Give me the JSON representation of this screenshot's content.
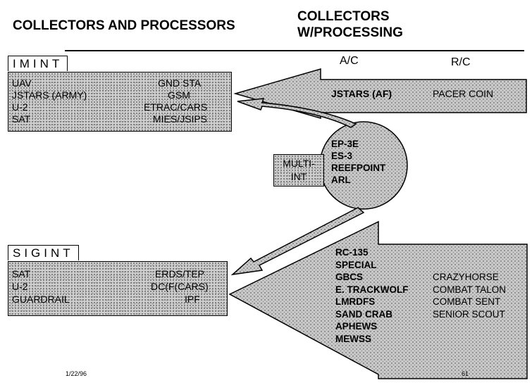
{
  "header": {
    "left_title": "COLLECTORS AND PROCESSORS",
    "right_title_line1": "COLLECTORS",
    "right_title_line2": "W/PROCESSING"
  },
  "columns": {
    "ac": "A/C",
    "rc": "R/C"
  },
  "imint": {
    "label": "IMINT",
    "rows": [
      {
        "left": "UAV",
        "right": "GND STA"
      },
      {
        "left": "JSTARS (ARMY)",
        "right": "GSM"
      },
      {
        "left": "U-2",
        "right": "ETRAC/CARS"
      },
      {
        "left": "SAT",
        "right": "MIES/JSIPS"
      }
    ],
    "ac_items": [
      "JSTARS (AF)"
    ],
    "rc_items": [
      "PACER COIN"
    ]
  },
  "multi_int": {
    "label_line1": "MULTI-",
    "label_line2": "INT",
    "items": [
      "EP-3E",
      "ES-3",
      "REEFPOINT",
      "ARL"
    ]
  },
  "sigint": {
    "label": "SIGINT",
    "rows": [
      {
        "left": "SAT",
        "right": "ERDS/TEP"
      },
      {
        "left": "U-2",
        "right": "DC(F(CARS)"
      },
      {
        "left": "GUARDRAIL",
        "right": "IPF"
      }
    ],
    "ac_items": [
      "RC-135",
      "SPECIAL",
      "GBCS",
      "E. TRACKWOLF",
      "LMRDFS",
      "SAND CRAB",
      "APHEWS",
      "MEWSS"
    ],
    "rc_items": [
      "CRAZYHORSE",
      "COMBAT TALON",
      "COMBAT SENT",
      "SENIOR SCOUT"
    ]
  },
  "footer": {
    "date": "1/22/96",
    "page": "61"
  }
}
